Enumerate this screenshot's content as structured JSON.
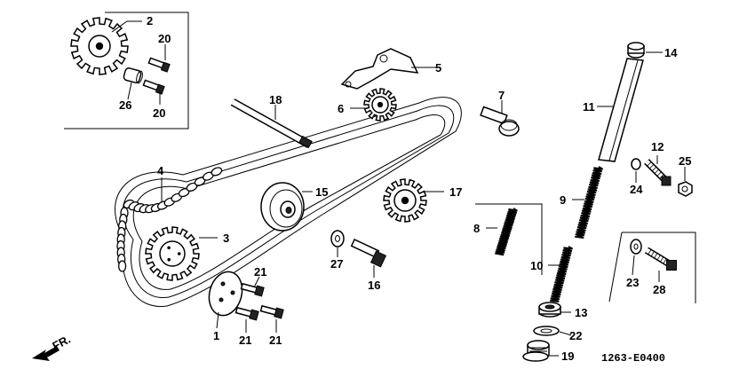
{
  "diagram": {
    "code": "1263-E0400",
    "direction_label": "FR.",
    "callouts": [
      {
        "id": "c1",
        "label": "1"
      },
      {
        "id": "c2",
        "label": "2"
      },
      {
        "id": "c3",
        "label": "3"
      },
      {
        "id": "c4",
        "label": "4"
      },
      {
        "id": "c5",
        "label": "5"
      },
      {
        "id": "c6",
        "label": "6"
      },
      {
        "id": "c7",
        "label": "7"
      },
      {
        "id": "c8",
        "label": "8"
      },
      {
        "id": "c9",
        "label": "9"
      },
      {
        "id": "c10",
        "label": "10"
      },
      {
        "id": "c11",
        "label": "11"
      },
      {
        "id": "c12",
        "label": "12"
      },
      {
        "id": "c13",
        "label": "13"
      },
      {
        "id": "c14",
        "label": "14"
      },
      {
        "id": "c15",
        "label": "15"
      },
      {
        "id": "c16",
        "label": "16"
      },
      {
        "id": "c17",
        "label": "17"
      },
      {
        "id": "c18",
        "label": "18"
      },
      {
        "id": "c19",
        "label": "19"
      },
      {
        "id": "c20a",
        "label": "20"
      },
      {
        "id": "c20b",
        "label": "20"
      },
      {
        "id": "c21a",
        "label": "21"
      },
      {
        "id": "c21b",
        "label": "21"
      },
      {
        "id": "c21c",
        "label": "21"
      },
      {
        "id": "c22",
        "label": "22"
      },
      {
        "id": "c23",
        "label": "23"
      },
      {
        "id": "c24",
        "label": "24"
      },
      {
        "id": "c25",
        "label": "25"
      },
      {
        "id": "c26",
        "label": "26"
      },
      {
        "id": "c27",
        "label": "27"
      },
      {
        "id": "c28",
        "label": "28"
      }
    ]
  }
}
